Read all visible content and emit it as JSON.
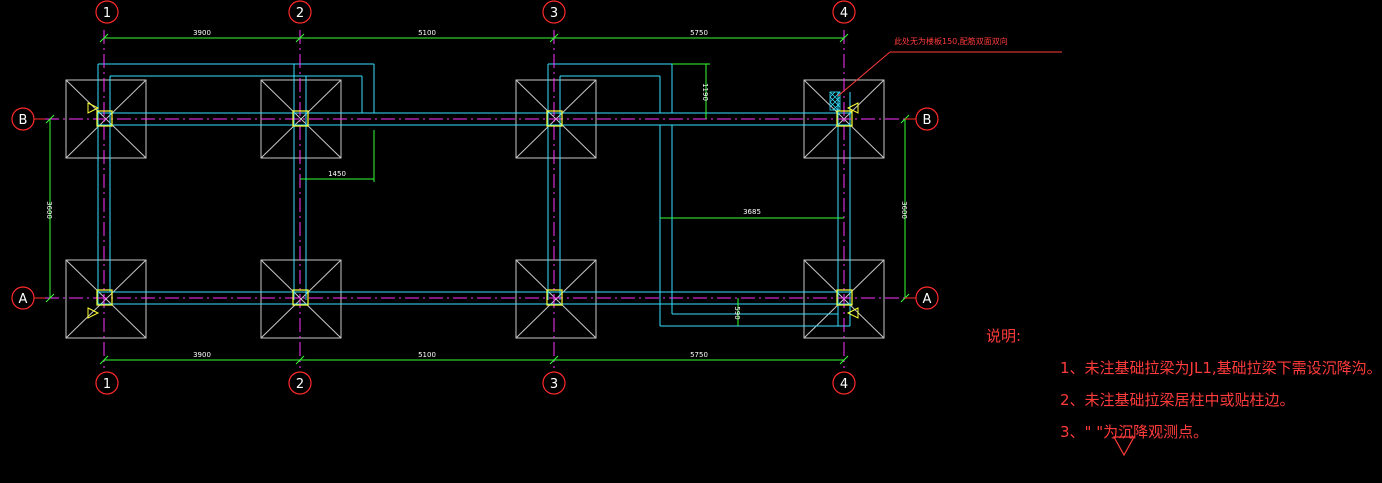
{
  "axes": {
    "columns": [
      "1",
      "2",
      "3",
      "4"
    ],
    "rows": [
      "B",
      "A"
    ]
  },
  "dimensions": {
    "top_spans": [
      "3900",
      "5100",
      "5750"
    ],
    "bottom_spans": [
      "3900",
      "5100",
      "5750"
    ],
    "left_span": "3600",
    "right_span": "3600",
    "inner_1450": "1450",
    "inner_1190": "1190",
    "inner_3685": "3685",
    "inner_590": "590"
  },
  "callout": "此处无为楼板150,配筋双面双向",
  "notes": {
    "title": "说明:",
    "line1": "1、未注基础拉梁为JL1,基础拉梁下需设沉降沟。",
    "line2": "2、未注基础拉梁居柱中或贴柱边。",
    "line3": "3、\"      \"为沉降观测点。"
  },
  "colors": {
    "background": "#000000",
    "axis_bubble": "#ff2a2a",
    "dimension": "#33ff33",
    "beam": "#33e0ff",
    "center_line": "#ff33ff",
    "footing": "#c8c8c8",
    "text": "#ffffff",
    "column": "#ffff33"
  }
}
